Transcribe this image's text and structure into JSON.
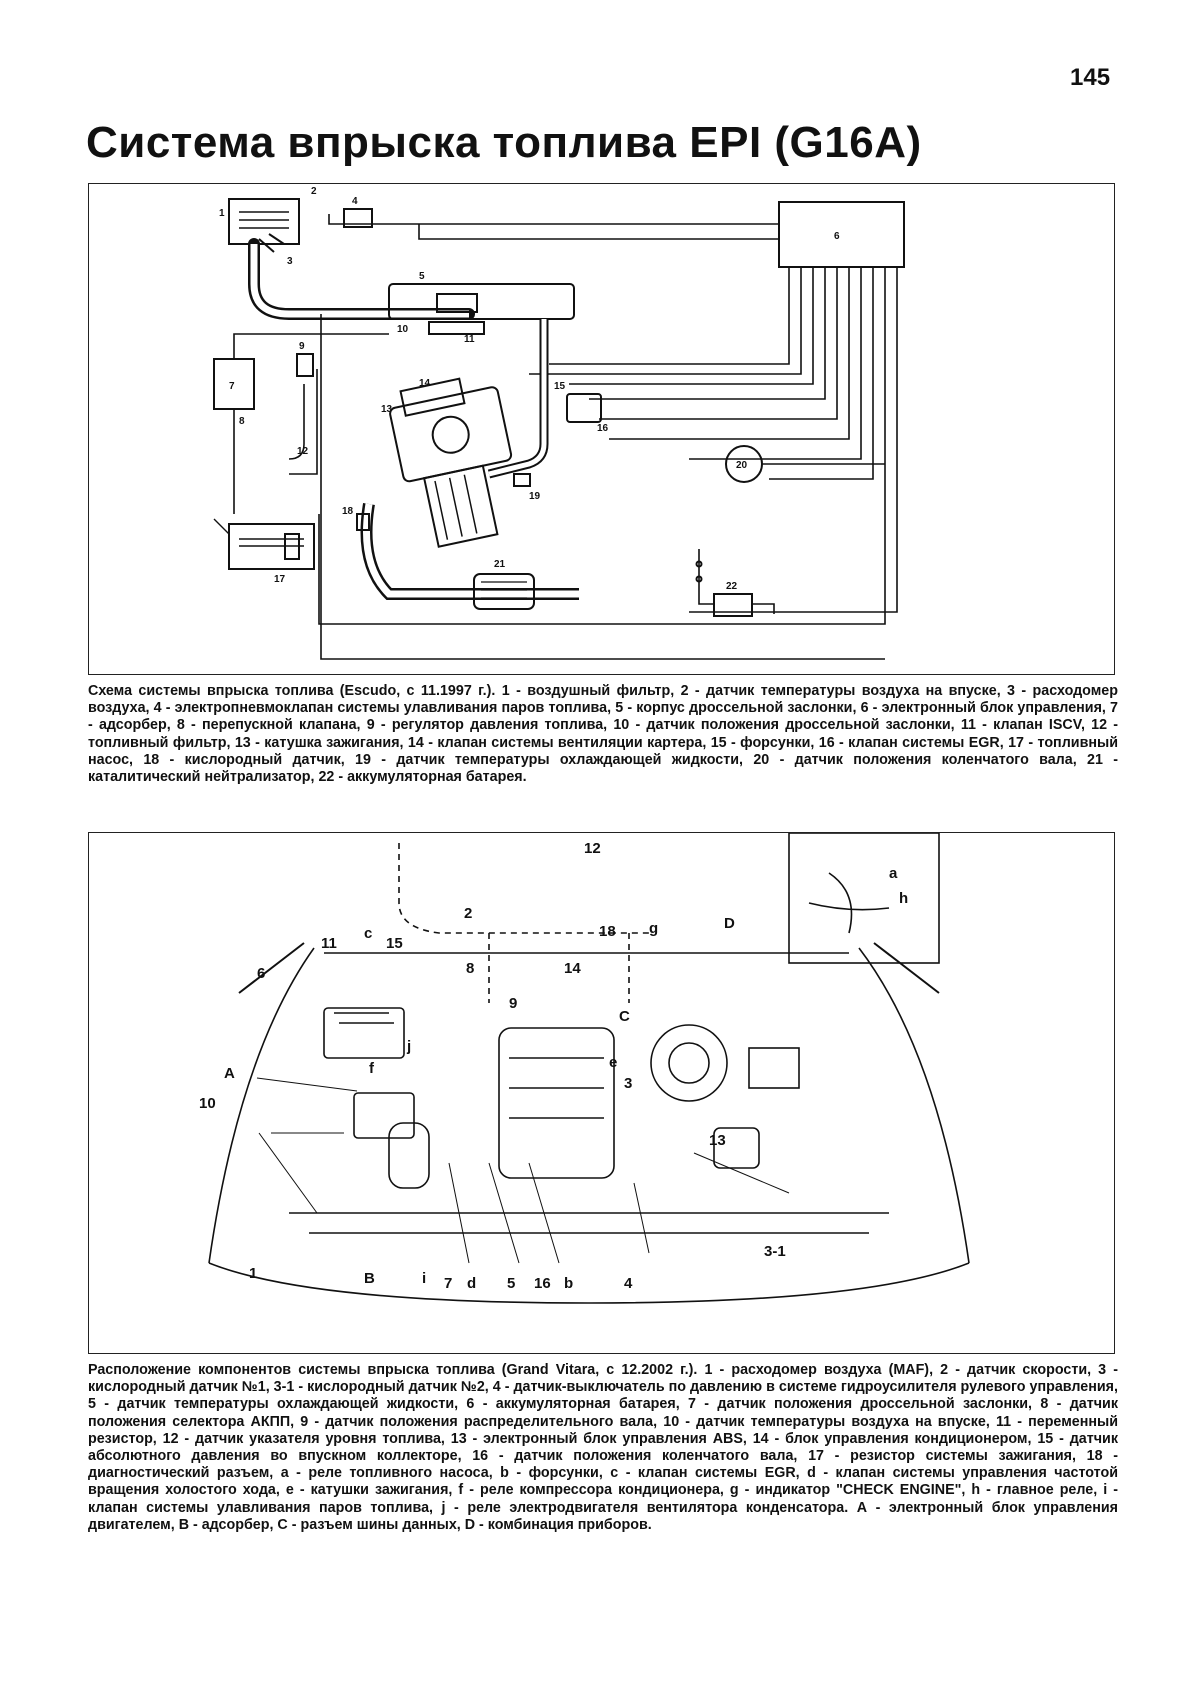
{
  "page": {
    "number": "145",
    "title": "Система впрыска топлива EPI (G16A)"
  },
  "figure1": {
    "caption": "Схема системы впрыска топлива (Escudo, с 11.1997 г.). 1 - воздушный фильтр, 2 - датчик температуры воздуха на впуске, 3 - расходомер воздуха, 4 - электропневмоклапан системы улавливания паров топлива, 5 - корпус дроссельной заслонки, 6 - электронный блок управления, 7 - адсорбер, 8 - перепускной клапана, 9 - регулятор давления топлива, 10 - датчик положения дроссельной заслонки, 11 - клапан ISCV, 12 - топливный фильтр, 13 - катушка зажигания, 14 - клапан системы вентиляции картера, 15 - форсунки, 16 - клапан системы EGR, 17 - топливный насос, 18 - кислородный датчик, 19 - датчик температуры охлаждающей жидкости, 20 - датчик положения коленчатого вала, 21 - каталитический нейтрализатор, 22 - аккумуляторная батарея.",
    "labels": {
      "l1": "1",
      "l2": "2",
      "l3": "3",
      "l4": "4",
      "l5": "5",
      "l6": "6",
      "l7": "7",
      "l8": "8",
      "l9": "9",
      "l10": "10",
      "l11": "11",
      "l12": "12",
      "l13": "13",
      "l14": "14",
      "l15": "15",
      "l16": "16",
      "l17": "17",
      "l18": "18",
      "l19": "19",
      "l20": "20",
      "l21": "21",
      "l22": "22"
    }
  },
  "figure2": {
    "caption": "Расположение компонентов системы впрыска топлива (Grand Vitara, с 12.2002 г.). 1 - расходомер воздуха (MAF), 2 - датчик скорости, 3 - кислородный датчик №1, 3-1 - кислородный датчик №2, 4 - датчик-выключатель по давлению в системе гидроусилителя рулевого управления, 5 - датчик температуры охлаждающей жидкости, 6 - аккумуляторная батарея, 7 - датчик положения дроссельной заслонки, 8 - датчик положения селектора АКПП, 9 - датчик положения распределительного вала, 10 - датчик температуры воздуха на впуске, 11 - переменный резистор, 12 - датчик указателя уровня топлива, 13 - электронный блок управления ABS, 14 - блок управления кондиционером, 15 - датчик абсолютного давления во впускном коллекторе, 16 - датчик положения коленчатого вала, 17 - резистор системы зажигания, 18 - диагностический разъем, a - реле топливного насоса, b - форсунки, c - клапан системы EGR, d - клапан системы управления частотой вращения холостого хода, e - катушки зажигания, f - реле компрессора кондиционера, g - индикатор \"CHECK ENGINE\", h - главное реле, i - клапан системы улавливания паров топлива, j - реле электродвигателя вентилятора конденсатора. А - электронный блок управления двигателем, В - адсорбер, С - разъем шины данных, D - комбинация приборов.",
    "labels": {
      "l12": "12",
      "l2": "2",
      "l11": "11",
      "lc": "c",
      "l15": "15",
      "l18": "18",
      "lg": "g",
      "lD": "D",
      "l6": "6",
      "l8": "8",
      "l14": "14",
      "lA": "A",
      "l9": "9",
      "lC": "C",
      "lj": "j",
      "lf": "f",
      "le": "e",
      "l3": "3",
      "l10": "10",
      "l13": "13",
      "l31": "3-1",
      "l1": "1",
      "lB": "B",
      "li": "i",
      "l7": "7",
      "ld": "d",
      "l5": "5",
      "l16": "16",
      "lb": "b",
      "l4": "4",
      "la": "a",
      "lh": "h"
    }
  }
}
